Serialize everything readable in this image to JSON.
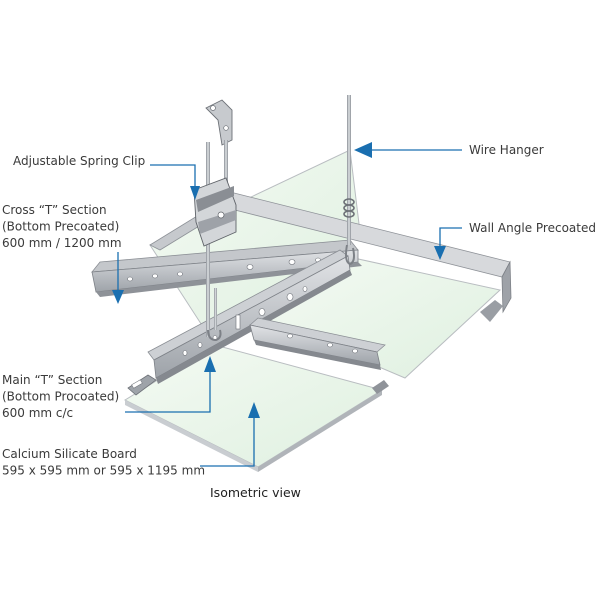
{
  "labels": {
    "spring_clip": [
      "Adjustable Spring Clip"
    ],
    "wire_hanger": [
      "Wire Hanger"
    ],
    "cross_t": [
      "Cross “T” Section",
      "(Bottom Precoated)",
      "600 mm / 1200 mm"
    ],
    "wall_angle": [
      "Wall Angle Precoated"
    ],
    "main_t": [
      "Main “T” Section",
      "(Bottom Procoated)",
      "600 mm c/c"
    ],
    "board": [
      "Calcium Silicate Board",
      "595 x 595 mm or 595 x 1195 mm"
    ]
  },
  "caption": "Isometric view",
  "colors": {
    "callout": "#1a6fb0",
    "metal_light": "#d4d6d9",
    "metal_mid": "#a9adb2",
    "metal_dark": "#7d8187",
    "board_fill": "#eef7ee",
    "board_edge": "#b9bdc1"
  }
}
